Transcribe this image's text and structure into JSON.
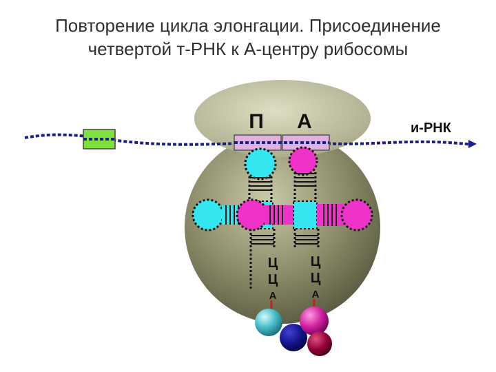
{
  "title": {
    "line1": "Повторение цикла элонгации. Присоединение",
    "line2": "четвертой т-РНК  к А-центру рибосомы"
  },
  "ribosome": {
    "p_site_label": "П",
    "a_site_label": "А"
  },
  "mrna": {
    "label": "и-РНК"
  },
  "trna_p": {
    "tail": [
      "Ц",
      "Ц",
      "А"
    ],
    "color": "#33e6f0"
  },
  "trna_a": {
    "tail": [
      "Ц",
      "Ц",
      "А"
    ],
    "color": "#f033c8"
  },
  "colors": {
    "ribosome_body": "#7a7a58",
    "ribosome_cap": "#c4c4a4",
    "mrna_strand": "#1a1f8c",
    "codon_box": "#e0b0e0",
    "free_codon": "#80e040",
    "amino_acid_cyan": "#3cb8c8",
    "amino_acid_navy": "#10107a",
    "amino_acid_magenta": "#c81890",
    "amino_acid_crimson": "#8a0030"
  }
}
